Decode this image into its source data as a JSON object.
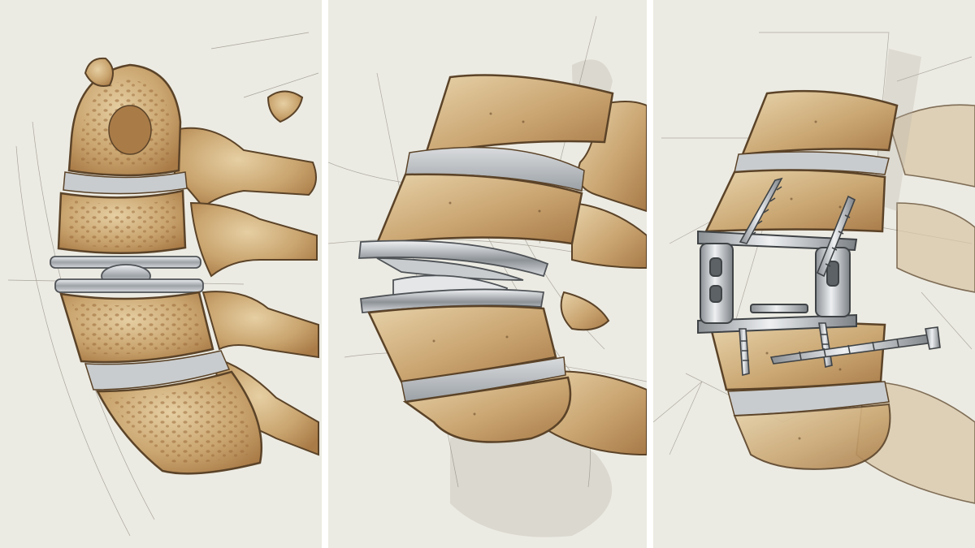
{
  "colors": {
    "paper": "#ecebe3",
    "divider": "#ffffff",
    "bone_light": "#e2c89b",
    "bone_mid": "#c9a46e",
    "bone_dark": "#a97b47",
    "bone_outline": "#5b4328",
    "disc": "#c9ccce",
    "metal_light": "#dcdfe2",
    "metal_dark": "#7c8186",
    "pencil": "#6f6a60"
  },
  "panels": [
    {
      "id": "panel-1",
      "subject": "lumbar-spine-with-artificial-disc"
    },
    {
      "id": "panel-2",
      "subject": "vertebrae-with-disc-replacement-implant"
    },
    {
      "id": "panel-3",
      "subject": "vertebrae-with-fusion-cage-and-screws"
    }
  ]
}
